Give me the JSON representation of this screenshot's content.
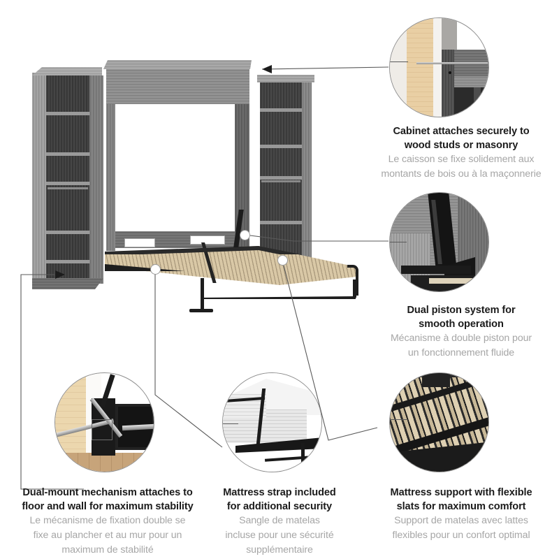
{
  "page": {
    "type": "product-feature-infographic",
    "product": "Murphy wall bed with bookcases",
    "background_color": "#ffffff"
  },
  "colors": {
    "heading_text": "#1b1b1b",
    "subtext_french": "#a6a6a6",
    "connector_line": "#5a5a5a",
    "bubble_border": "#8e8e8e",
    "cabinet_light_grey": "#9a9a9a",
    "cabinet_mid_grey": "#7d7d7d",
    "cabinet_dark_grey": "#3b3b3b",
    "cabinet_interior": "#333333",
    "slat_wood": "#d9c8a6",
    "metal_black": "#1c1c1c",
    "stud_wood": "#e8cfa4",
    "wall_white": "#f1efec",
    "mattress_white": "#f3f3f3",
    "floor_wood": "#c9a87e"
  },
  "callouts": [
    {
      "id": "cabinet-attachment",
      "position": "top-right",
      "title_en": "Cabinet attaches securely to wood studs or masonry",
      "title_en_lines": [
        "Cabinet attaches securely to",
        "wood studs or masonry"
      ],
      "title_fr": "Le caisson se fixe solidement aux montants de bois ou à la maçonnerie",
      "title_fr_lines": [
        "Le caisson se fixe solidement aux",
        "montants de bois ou à la maçonnerie"
      ],
      "photo_description": "close-up of screw fastening cabinet panel into a wood stud behind drywall"
    },
    {
      "id": "dual-piston",
      "position": "middle-right",
      "title_en": "Dual piston system for smooth operation",
      "title_en_lines": [
        "Dual piston system for",
        "smooth operation"
      ],
      "title_fr": "Mécanisme à double piston pour un fonctionnement fluide",
      "title_fr_lines": [
        "Mécanisme à double piston pour",
        "un fonctionnement fluide"
      ],
      "photo_description": "black gas piston arm mounted inside grey wood cabinet"
    },
    {
      "id": "dual-mount",
      "position": "bottom-left",
      "title_en": "Dual-mount mechanism attaches to floor and wall for maximum stability",
      "title_en_lines": [
        "Dual-mount mechanism attaches to",
        "floor and wall for maximum stability"
      ],
      "title_fr": "Le mécanisme de fixation double se fixe au plancher et au mur pour un maximum de stabilité",
      "title_fr_lines": [
        "Le mécanisme de fixation double se",
        "fixe au plancher et au mur pour un",
        "maximum de stabilité"
      ],
      "photo_description": "two long screws anchoring a black bracket to wood stud wall and wood floor"
    },
    {
      "id": "mattress-strap",
      "position": "bottom-center",
      "title_en": "Mattress strap included for additional security",
      "title_en_lines": [
        "Mattress strap included",
        "for additional security"
      ],
      "title_fr": "Sangle de matelas incluse pour une sécurité supplémentaire",
      "title_fr_lines": [
        "Sangle de matelas",
        "incluse pour une sécurité",
        "supplémentaire"
      ],
      "photo_description": "white mattress held by black strap on black metal bed frame"
    },
    {
      "id": "flexible-slats",
      "position": "bottom-right",
      "title_en": "Mattress support with flexible slats for maximum comfort",
      "title_en_lines": [
        "Mattress support with flexible",
        "slats for maximum comfort"
      ],
      "title_fr": "Support de matelas avec lattes flexibles pour un confort optimal",
      "title_fr_lines": [
        "Support de matelas avec lattes",
        "flexibles pour un confort optimal"
      ],
      "photo_description": "row of light wooden bed slats on black frame"
    }
  ],
  "main_illustration": {
    "description": "Open Murphy wall bed: grey woodgrain cabinet with a tall bookcase on each side and the bed folded down showing light wood slats on a black metal frame",
    "parts": [
      {
        "name": "left-bookcase",
        "shelf_count": 5
      },
      {
        "name": "center-cabinet",
        "note": "bed opening"
      },
      {
        "name": "right-bookcase",
        "shelf_count": 4
      },
      {
        "name": "bed-platform",
        "note": "wood slats on black frame"
      },
      {
        "name": "bed-leg",
        "note": "black metal folding leg"
      }
    ],
    "hotspots": [
      {
        "name": "piston-hotspot",
        "links_to": "dual-piston"
      },
      {
        "name": "slats-hotspot",
        "links_to": "flexible-slats"
      },
      {
        "name": "strap-hotspot",
        "links_to": "mattress-strap"
      },
      {
        "name": "wall-mount-arrow",
        "links_to": "cabinet-attachment"
      },
      {
        "name": "floor-mount-arrow",
        "links_to": "dual-mount"
      }
    ]
  }
}
